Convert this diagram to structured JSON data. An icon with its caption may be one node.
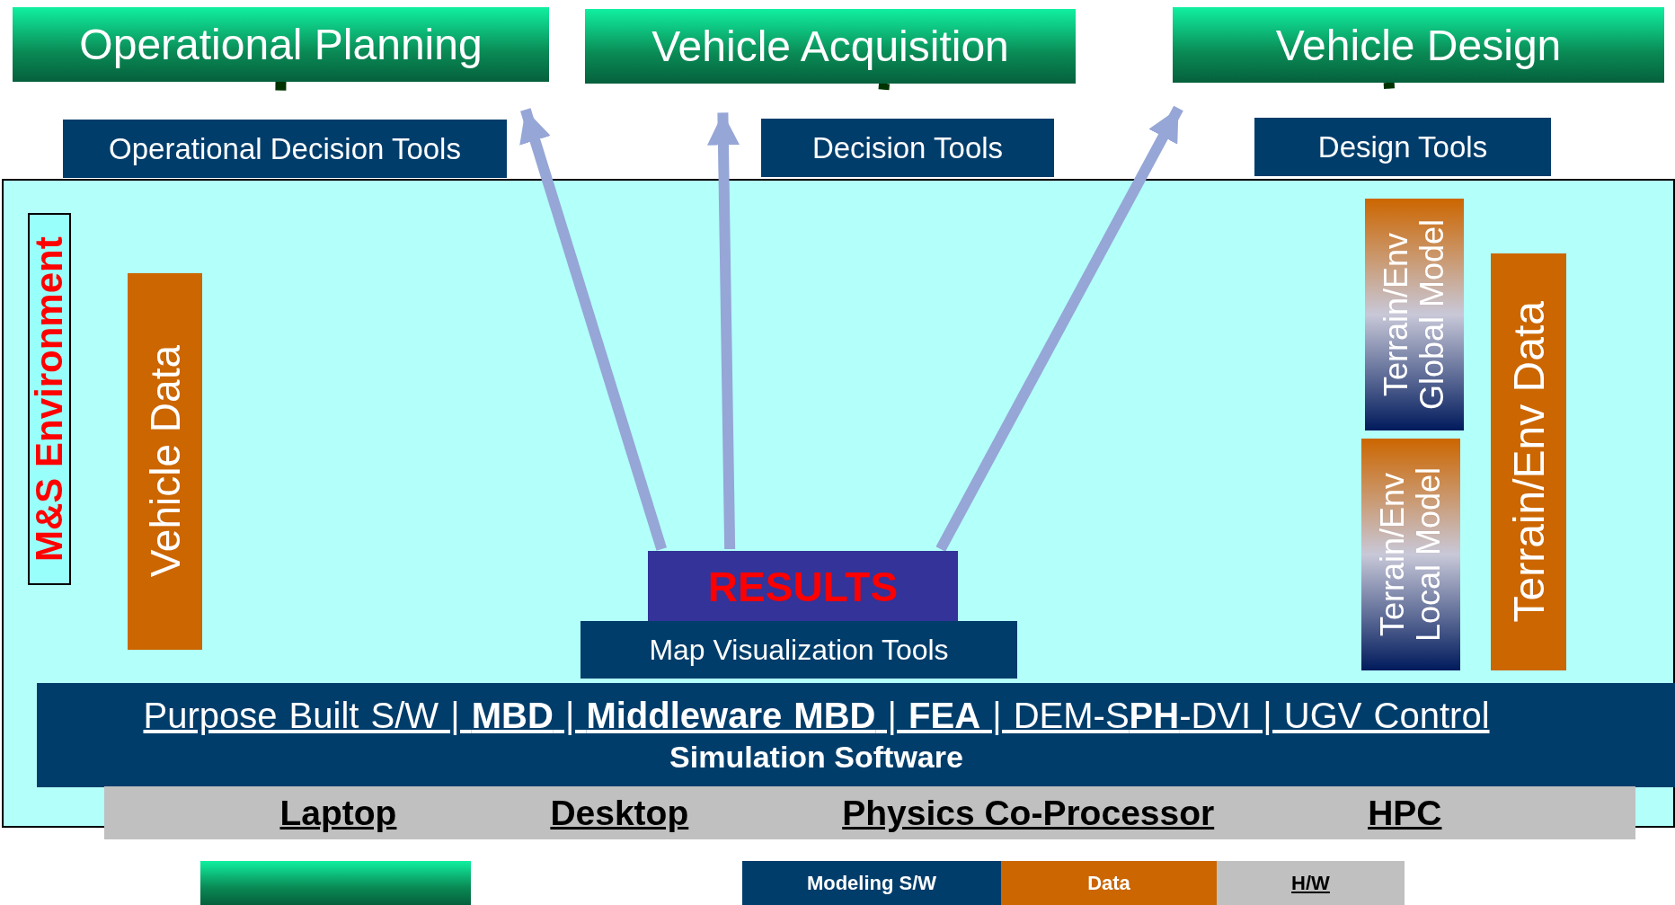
{
  "diagram": {
    "nodes": [
      {
        "text": [
          "Operational Planning"
        ]
      },
      {
        "text": [
          "Vehicle Acquisition"
        ]
      },
      {
        "text": [
          "Vehicle Design"
        ]
      },
      {
        "text": [
          "Operational Decision Tools"
        ]
      },
      {
        "text": [
          "Decision Tools"
        ]
      },
      {
        "text": [
          "Design Tools"
        ]
      },
      {
        "text": [
          "M&S Environment"
        ]
      },
      {
        "text": [
          "Vehicle Data"
        ],
        "in": 6
      },
      {
        "text": [
          "Terrain/Env Global Model"
        ],
        "in": 6
      },
      {
        "text": [
          "Terrain/Env Local Model"
        ],
        "in": 6
      },
      {
        "text": [
          "Terrain/Env Data"
        ],
        "in": 6
      },
      {
        "text": [
          "RESULTS"
        ],
        "in": 6
      },
      {
        "text": [
          "Map Visualization Tools"
        ],
        "in": 6
      },
      {
        "text": [
          "Purpose Built S/W | **MBD** | **Middleware MBD** | **FEA** | DEM-S**PH**-DVI | UGV Control",
          "Simulation Software"
        ],
        "in": 6
      },
      {
        "text": [
          "Laptop",
          "Desktop",
          "Physics Co-Processor",
          "HPC"
        ]
      },
      {
        "text": [],
        "shape": "box"
      }
    ],
    "edges": [
      {
        "from": 0,
        "to": 3,
        "arrow": "to",
        "color": "#003300"
      },
      {
        "from": 1,
        "to": 4,
        "arrow": "to",
        "color": "#003300"
      },
      {
        "from": 2,
        "to": 5,
        "arrow": "to",
        "color": "#003300"
      },
      {
        "from": 11,
        "to": 0,
        "arrow": "to",
        "color": "#96a6d6"
      },
      {
        "from": 11,
        "to": 1,
        "arrow": "to",
        "color": "#96a6d6"
      },
      {
        "from": 11,
        "to": 2,
        "arrow": "to",
        "color": "#96a6d6"
      }
    ],
    "legend": [
      {
        "text": "Modeling S/W",
        "color": "#003d6b"
      },
      {
        "text": "Data",
        "color": "#cc6600"
      },
      {
        "text": "H/W",
        "color": "#c0c0c0"
      }
    ]
  }
}
